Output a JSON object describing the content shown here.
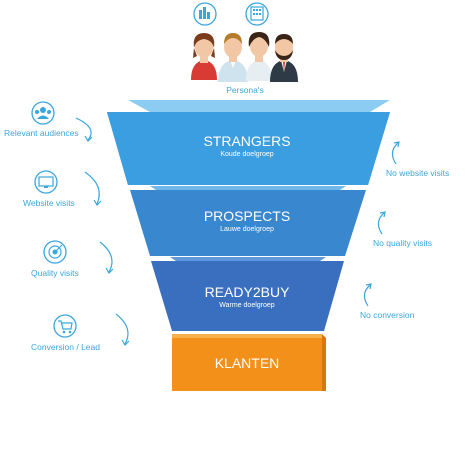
{
  "personas": {
    "caption": "Persona's"
  },
  "stages": [
    {
      "title": "STRANGERS",
      "subtitle": "Koude doelgroep"
    },
    {
      "title": "PROSPECTS",
      "subtitle": "Lauwe doelgroep"
    },
    {
      "title": "READY2BUY",
      "subtitle": "Warme doelgroep"
    },
    {
      "title": "KLANTEN",
      "subtitle": ""
    }
  ],
  "left_labels": [
    {
      "text": "Relevant audiences",
      "icon": "audience-icon"
    },
    {
      "text": "Website visits",
      "icon": "monitor-icon"
    },
    {
      "text": "Quality visits",
      "icon": "target-icon"
    },
    {
      "text": "Conversion / Lead",
      "icon": "cart-icon"
    }
  ],
  "right_labels": [
    {
      "text": "No website visits"
    },
    {
      "text": "No quality visits"
    },
    {
      "text": "No conversion"
    }
  ],
  "colors": {
    "stage1_front": "#3b9ee0",
    "stage2_front": "#3987cf",
    "stage3_front": "#3a6fc0",
    "stage4_front": "#f39019",
    "accent_text": "#3aa6dc"
  }
}
